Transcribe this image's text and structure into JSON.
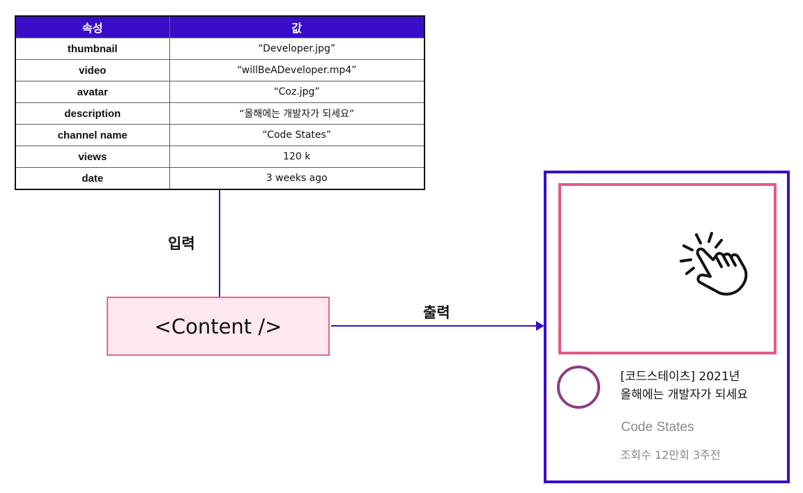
{
  "table": {
    "headers": [
      "속성",
      "값"
    ],
    "rows": [
      {
        "key": "thumbnail",
        "value": "“Developer.jpg”"
      },
      {
        "key": "video",
        "value": "“willBeADeveloper.mp4”"
      },
      {
        "key": "avatar",
        "value": "“Coz.jpg”"
      },
      {
        "key": "description",
        "value": "“올해에는 개발자가 되세요”"
      },
      {
        "key": "channel name",
        "value": "“Code States”"
      },
      {
        "key": "views",
        "value": "120 k"
      },
      {
        "key": "date",
        "value": "3 weeks ago"
      }
    ]
  },
  "flow": {
    "input_label": "입력",
    "output_label": "출력"
  },
  "component": {
    "name": "<Content />"
  },
  "card": {
    "title_line1": "[코드스테이츠] 2021년",
    "title_line2": "올해에는 개발자가 되세요",
    "channel": "Code States",
    "meta": "조회수 12만회 3주전",
    "thumbnail_icon": "pointing-hand-click-icon"
  },
  "colors": {
    "accent_purple": "#3a0dc9",
    "pink_border": "#e35a86",
    "pink_fill": "#fde8ef",
    "avatar_ring": "#8b3f82",
    "muted_text": "#8a8a8a"
  }
}
